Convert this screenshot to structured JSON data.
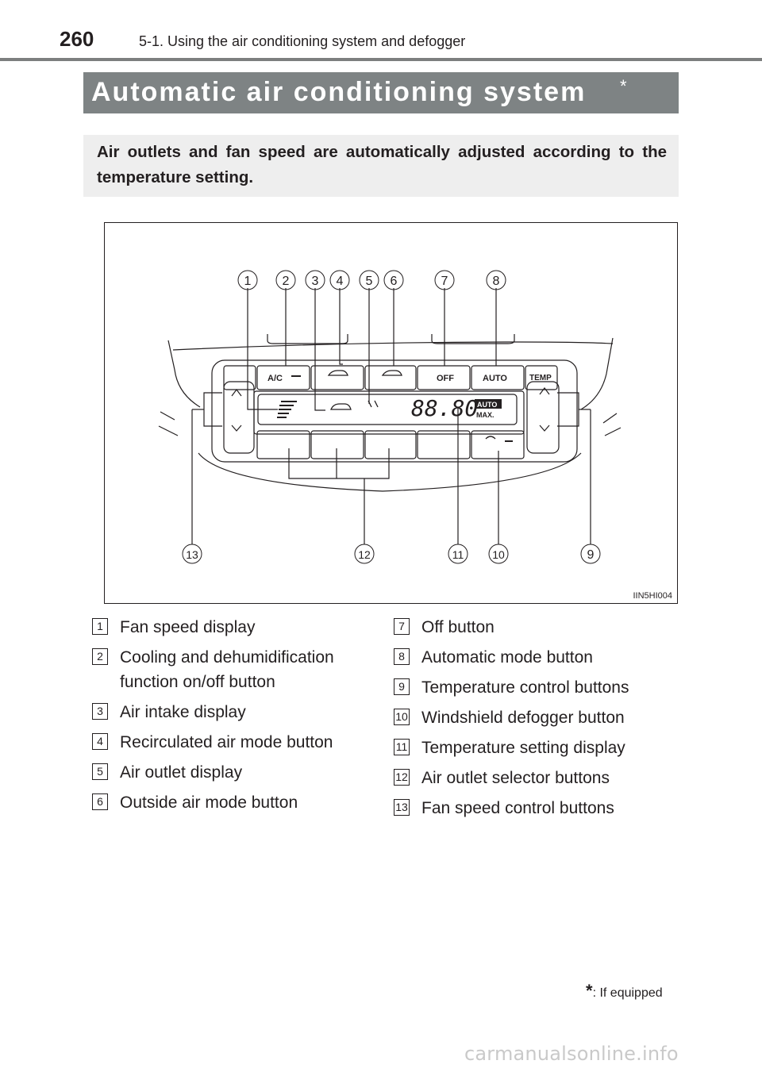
{
  "header": {
    "page_number": "260",
    "section_title": "5-1. Using the air conditioning system and defogger"
  },
  "title": {
    "text": "Automatic air conditioning system",
    "mark": "*"
  },
  "intro": "Air outlets and fan speed are automatically adjusted according to the temperature setting.",
  "figure": {
    "code": "IIN5HI004",
    "callouts": [
      "1",
      "2",
      "3",
      "4",
      "5",
      "6",
      "7",
      "8",
      "9",
      "10",
      "11",
      "12",
      "13"
    ],
    "panel": {
      "ac_label": "A/C",
      "off_label": "OFF",
      "auto_label": "AUTO",
      "temp_label": "TEMP",
      "display_digits": "88.80",
      "display_auto": "AUTO",
      "display_max": "MAX."
    }
  },
  "legend": [
    {
      "num": "1",
      "label": "Fan speed display"
    },
    {
      "num": "2",
      "label": "Cooling and dehumidification",
      "label2": "function on/off button"
    },
    {
      "num": "3",
      "label": "Air intake display"
    },
    {
      "num": "4",
      "label": "Recirculated air mode button"
    },
    {
      "num": "5",
      "label": "Air outlet display"
    },
    {
      "num": "6",
      "label": "Outside air mode button"
    },
    {
      "num": "7",
      "label": "Off button"
    },
    {
      "num": "8",
      "label": "Automatic mode button"
    },
    {
      "num": "9",
      "label": "Temperature control buttons"
    },
    {
      "num": "10",
      "label": "Windshield defogger button"
    },
    {
      "num": "11",
      "label": "Temperature setting display"
    },
    {
      "num": "12",
      "label": "Air outlet selector buttons"
    },
    {
      "num": "13",
      "label": "Fan speed control buttons"
    }
  ],
  "footnote": {
    "mark": "*",
    "text": ": If equipped"
  },
  "watermark": "carmanualsonline.info"
}
